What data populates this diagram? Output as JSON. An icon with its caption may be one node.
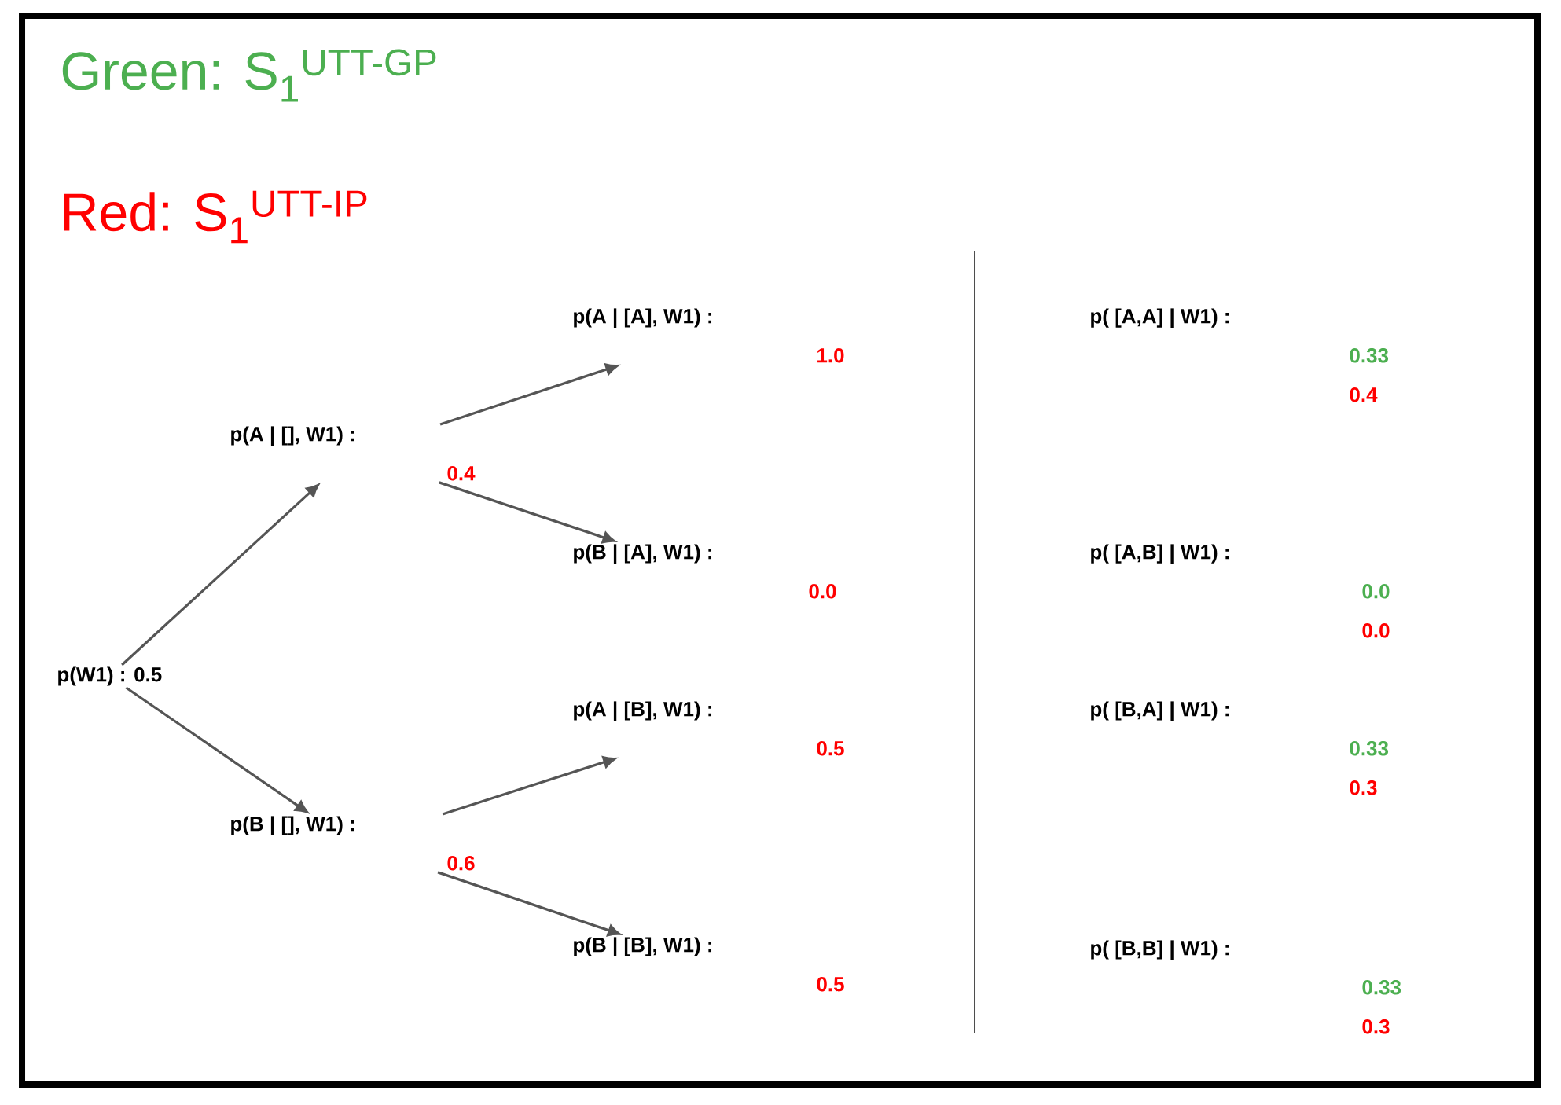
{
  "diagram": {
    "nodes": [
      {
        "text": [
          "p(W1) : 0.5"
        ]
      },
      {
        "text": [
          "p(A | [], W1) :",
          "0.4"
        ]
      },
      {
        "text": [
          "p(B | [], W1) :",
          "0.6"
        ]
      },
      {
        "text": [
          "p(A | [A], W1) :",
          "1.0"
        ]
      },
      {
        "text": [
          "p(B | [A], W1) :",
          "0.0"
        ]
      },
      {
        "text": [
          "p(A | [B], W1) :",
          "0.5"
        ]
      },
      {
        "text": [
          "p(B | [B], W1) :",
          "0.5"
        ]
      },
      {
        "text": [
          "p( [A,A] | W1) :",
          "0.33",
          "0.4"
        ]
      },
      {
        "text": [
          "p( [A,B] | W1) :",
          "0.0",
          "0.0"
        ]
      },
      {
        "text": [
          "p( [B,A] | W1) :",
          "0.33",
          "0.3"
        ]
      },
      {
        "text": [
          "p( [B,B] | W1) :",
          "0.33",
          "0.3"
        ]
      }
    ],
    "edges": [
      {
        "from": 0,
        "to": 1,
        "arrow": "to"
      },
      {
        "from": 0,
        "to": 2,
        "arrow": "to"
      },
      {
        "from": 1,
        "to": 3,
        "arrow": "to"
      },
      {
        "from": 1,
        "to": 4,
        "arrow": "to"
      },
      {
        "from": 2,
        "to": 5,
        "arrow": "to"
      },
      {
        "from": 2,
        "to": 6,
        "arrow": "to"
      }
    ],
    "labels": [
      "Green: S$_{1}$$^{UTT-GP}$",
      "Red: S$_{1}$$^{UTT-IP}$"
    ]
  }
}
